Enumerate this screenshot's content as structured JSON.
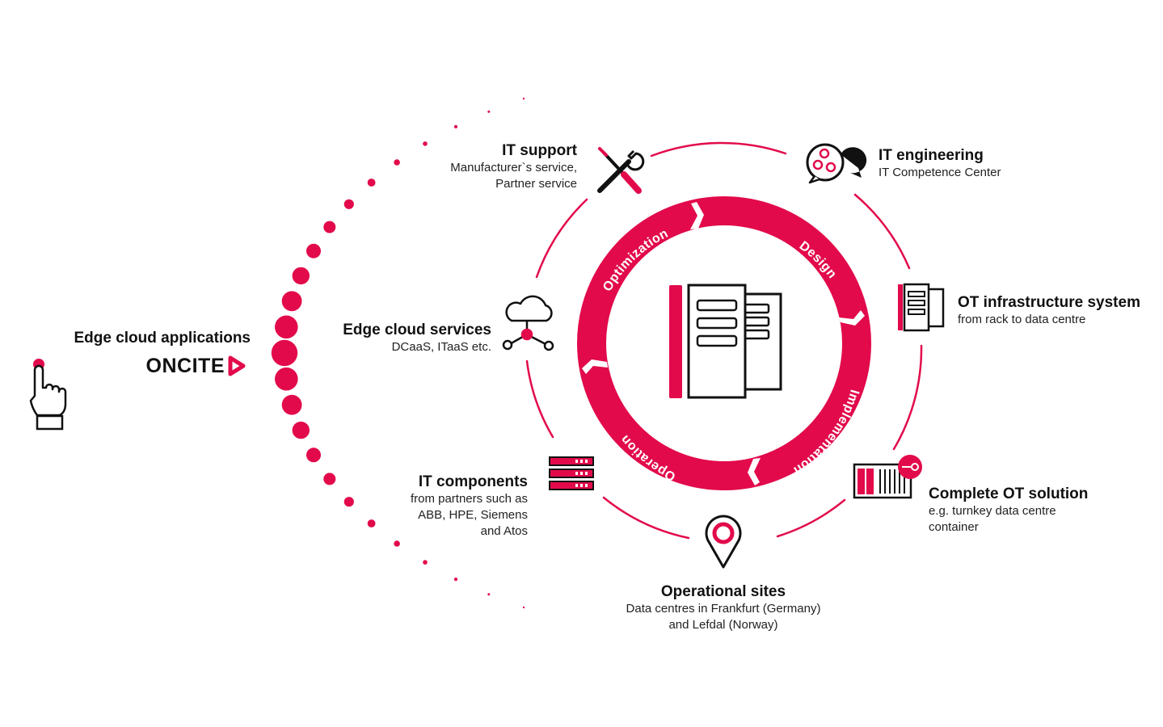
{
  "accent_color": "#e20a4b",
  "left": {
    "title": "Edge cloud applications",
    "brand": "ONCITE",
    "icon": "pointing-hand-icon"
  },
  "cycle": {
    "icon": "server-rack-icon",
    "phases": [
      "Design",
      "Implementation",
      "Operation",
      "Optimization"
    ]
  },
  "nodes": {
    "it_support": {
      "title": "IT support",
      "lines": [
        "Manufacturer`s service,",
        "Partner service"
      ],
      "icon": "tools-icon"
    },
    "it_engineering": {
      "title": "IT engineering",
      "lines": [
        "IT Competence Center"
      ],
      "icon": "chat-gears-icon"
    },
    "ot_infrastructure": {
      "title": "OT infrastructure system",
      "lines": [
        "from rack to data centre"
      ],
      "icon": "rack-cabinet-icon"
    },
    "complete_ot": {
      "title": "Complete OT solution",
      "lines": [
        "e.g. turnkey data centre",
        "container"
      ],
      "icon": "container-key-icon"
    },
    "operational_sites": {
      "title": "Operational sites",
      "lines": [
        "Data centres in Frankfurt (Germany)",
        "and Lefdal (Norway)"
      ],
      "icon": "location-pin-icon"
    },
    "it_components": {
      "title": "IT components",
      "lines": [
        "from partners such as",
        "ABB, HPE, Siemens",
        "and Atos"
      ],
      "icon": "server-stack-icon"
    },
    "edge_cloud_services": {
      "title": "Edge cloud services",
      "lines": [
        "DCaaS, ITaaS etc."
      ],
      "icon": "cloud-network-icon"
    }
  }
}
